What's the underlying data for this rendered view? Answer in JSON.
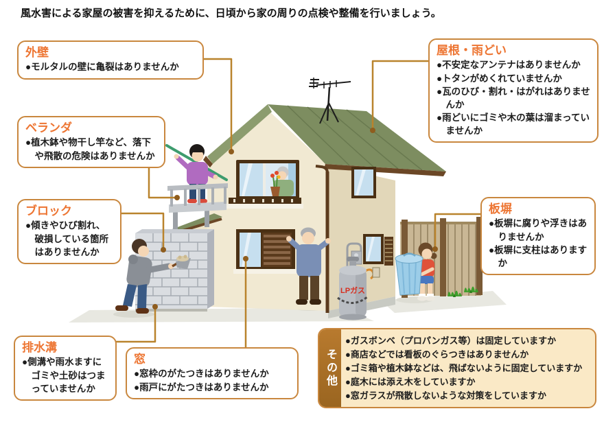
{
  "page": {
    "intro": "風水害による家屋の被害を抑えるために、日頃から家の周りの点検や整備を行いましょう。"
  },
  "colors": {
    "box_border": "#C9873E",
    "title_orange": "#ED7532",
    "leader_line": "#B9832C",
    "roof_green": "#7D8D60",
    "wall_cream": "#F0E8D0",
    "other_tab_brown": "#A97028",
    "other_body": "#FAE9C6",
    "gas_label_red": "#D62E1F"
  },
  "callouts": {
    "gaiheki": {
      "title": "外壁",
      "items": [
        "●モルタルの壁に亀裂はありませんか"
      ]
    },
    "yane": {
      "title": "屋根・雨どい",
      "items": [
        "●不安定なアンテナはありませんか",
        "●トタンがめくれていませんか",
        "●瓦のひび・割れ・はがれはありませんか",
        "●雨どいにゴミや木の葉は溜まっていませんか"
      ]
    },
    "veranda": {
      "title": "ベランダ",
      "items": [
        "●植木鉢や物干し竿など、落下や飛散の危険はありませんか"
      ]
    },
    "block": {
      "title": "ブロック",
      "items": [
        "●傾きやひび割れ、破損している箇所はありませんか"
      ]
    },
    "itabei": {
      "title": "板塀",
      "items": [
        "●板塀に腐りや浮きはありませんか",
        "●板塀に支柱はありますか"
      ]
    },
    "haisuikou": {
      "title": "排水溝",
      "items": [
        "●側溝や雨水ますにゴミや土砂はつまっていませんか"
      ]
    },
    "mado": {
      "title": "窓",
      "items": [
        "●窓枠のがたつきはありませんか",
        "●雨戸にがたつきはありませんか"
      ]
    },
    "sonota": {
      "title": "その他",
      "items": [
        "●ガスボンベ（プロパンガス等）は固定していますか",
        "●商店などでは看板のぐらつきはありませんか",
        "●ゴミ箱や植木鉢などは、飛ばないように固定していますか",
        "●庭木には添え木をしていますか",
        "●窓ガラスが飛散しないような対策をしていますか"
      ]
    }
  },
  "illustration": {
    "gas_label": "LPガス"
  }
}
